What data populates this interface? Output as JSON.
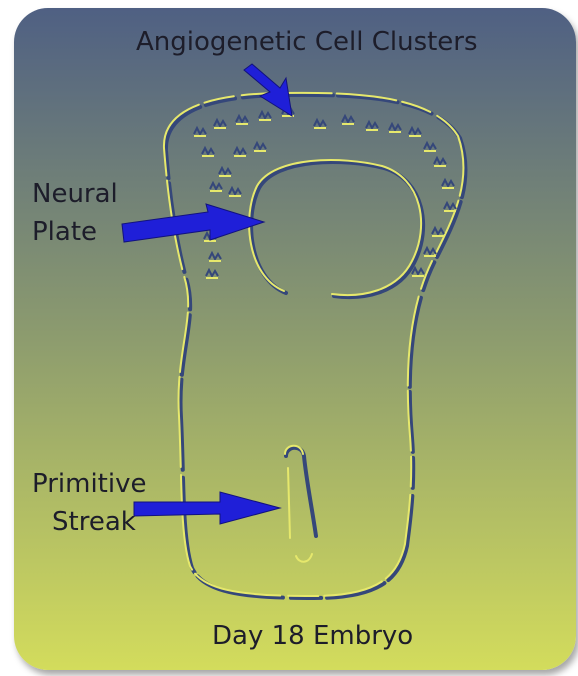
{
  "diagram": {
    "title_label": "Angiogenetic Cell Clusters",
    "neural_label_line1": "Neural",
    "neural_label_line2": "Plate",
    "streak_label_line1": "Primitive",
    "streak_label_line2": "Streak",
    "caption": "Day 18 Embryo"
  },
  "colors": {
    "background_top": "#4f6083",
    "background_mid": "#8d9c6e",
    "background_bottom": "#d3dc5c",
    "arrow": "#1f1fd8",
    "outline_light": "#e6e86c",
    "outline_dark": "#35477a"
  }
}
